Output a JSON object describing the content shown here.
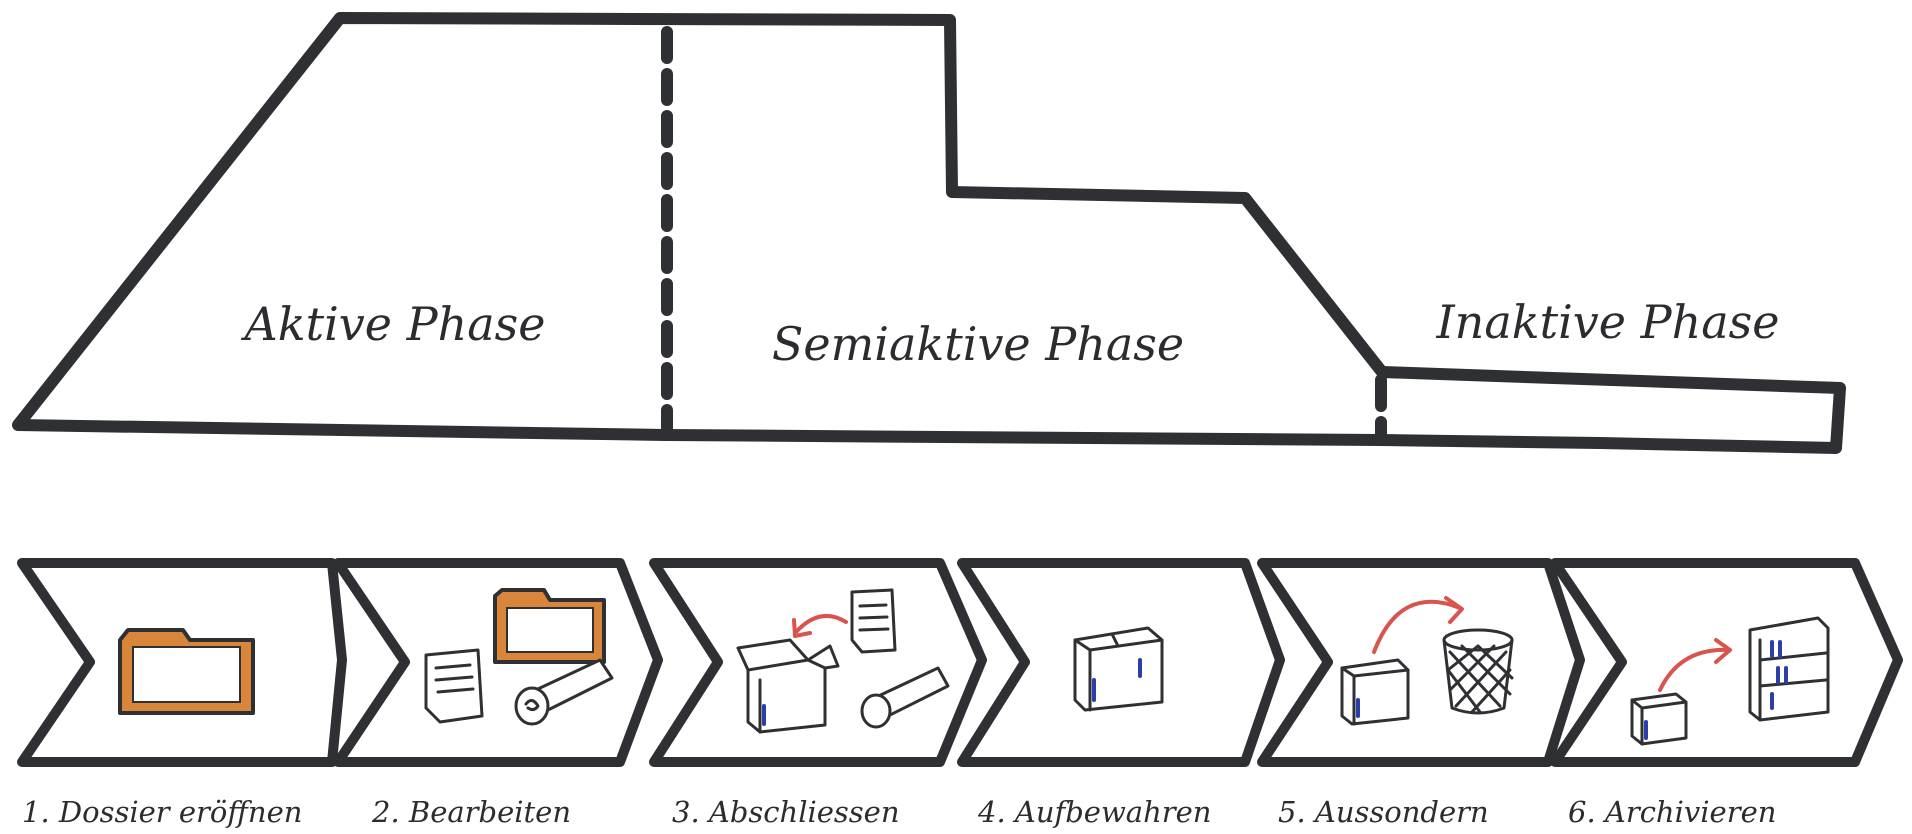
{
  "phases": [
    {
      "label": "Aktive Phase"
    },
    {
      "label": "Semiaktive Phase"
    },
    {
      "label": "Inaktive Phase"
    }
  ],
  "steps": [
    {
      "label": "1. Dossier eröffnen",
      "icon": "folder-icon"
    },
    {
      "label": "2. Bearbeiten",
      "icon": "documents-folder-scroll-icon"
    },
    {
      "label": "3. Abschliessen",
      "icon": "box-packing-icon"
    },
    {
      "label": "4. Aufbewahren",
      "icon": "closed-box-icon"
    },
    {
      "label": "5. Aussondern",
      "icon": "box-to-wastebasket-icon"
    },
    {
      "label": "6. Archivieren",
      "icon": "box-to-shelf-icon"
    }
  ],
  "colors": {
    "ink": "#2f3033",
    "folder": "#d9853a",
    "arrow": "#d9534f",
    "box_accent": "#2a3fa8"
  }
}
